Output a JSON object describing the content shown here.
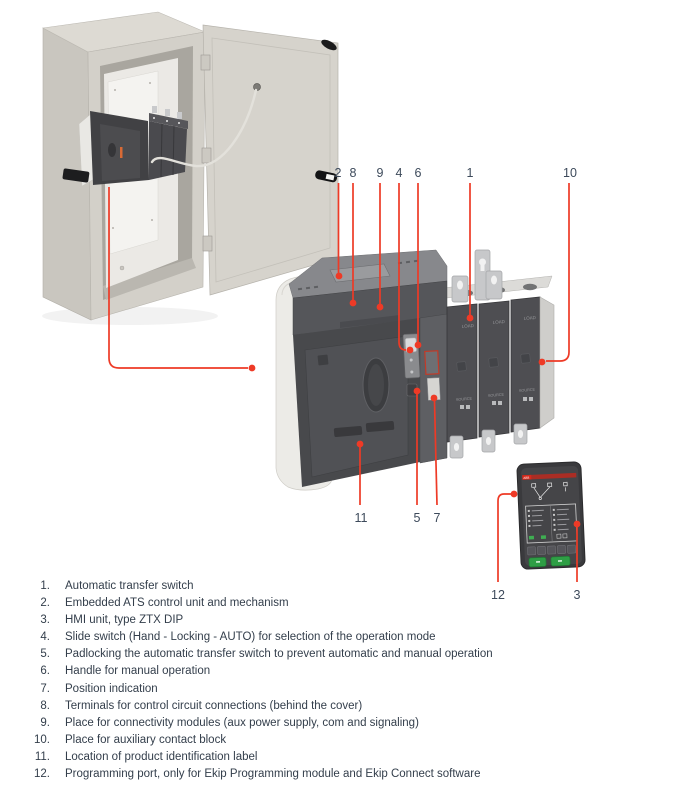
{
  "figure": {
    "callouts": {
      "top": [
        {
          "label": "2"
        },
        {
          "label": "8"
        },
        {
          "label": "9"
        },
        {
          "label": "4"
        },
        {
          "label": "6"
        },
        {
          "label": "1"
        },
        {
          "label": "10"
        }
      ],
      "bottom": [
        {
          "label": "11"
        },
        {
          "label": "5"
        },
        {
          "label": "7"
        }
      ],
      "hmi": [
        {
          "label": "12"
        },
        {
          "label": "3"
        }
      ]
    },
    "pole_label_top": "LOAD",
    "pole_label_bottom": "SOURCE",
    "hmi_logo": "ABB"
  },
  "legend": {
    "items": [
      {
        "num": "1.",
        "text": "Automatic transfer switch"
      },
      {
        "num": "2.",
        "text": "Embedded ATS control unit and mechanism"
      },
      {
        "num": "3.",
        "text": "HMI unit, type ZTX DIP"
      },
      {
        "num": "4.",
        "text": "Slide switch (Hand - Locking - AUTO) for selection of the operation mode"
      },
      {
        "num": "5.",
        "text": "Padlocking the automatic transfer switch to prevent automatic and manual operation"
      },
      {
        "num": "6.",
        "text": "Handle for manual operation"
      },
      {
        "num": "7.",
        "text": "Position indication"
      },
      {
        "num": "8.",
        "text": "Terminals for control circuit connections (behind the cover)"
      },
      {
        "num": "9.",
        "text": "Place for connectivity modules (aux power supply, com and signaling)"
      },
      {
        "num": "10.",
        "text": "Place for auxiliary contact block"
      },
      {
        "num": "11.",
        "text": "Location of product identification label"
      },
      {
        "num": "12.",
        "text": "Programming port, only for Ekip Programming module and Ekip Connect software"
      }
    ]
  },
  "colors": {
    "callout_line": "#ee3a26",
    "callout_text": "#3d4a5b",
    "legend_text": "#333e4b",
    "hmi_green": "#2e9e45",
    "hmi_red_stripe": "#aa2d24"
  }
}
